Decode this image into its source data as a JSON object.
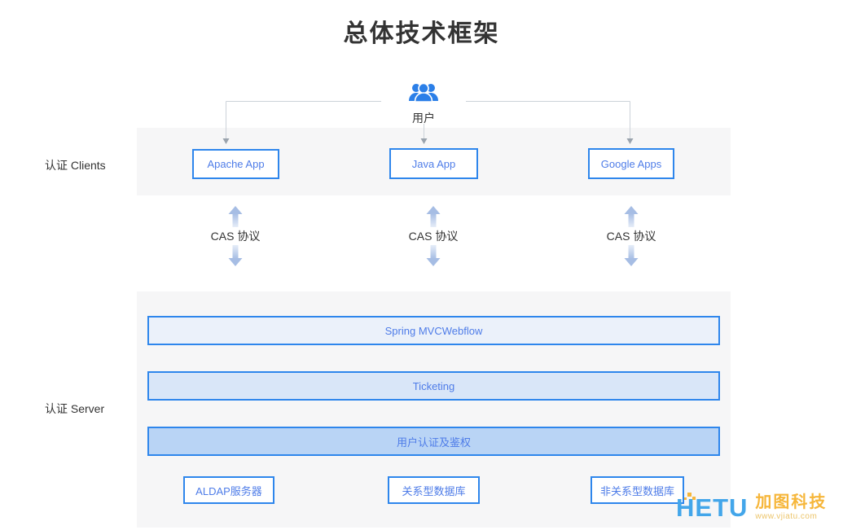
{
  "title": "总体技术框架",
  "user": {
    "icon": "users-group-icon",
    "label": "用户"
  },
  "lanes": {
    "clients_label": "认证 Clients",
    "server_label": "认证 Server"
  },
  "clients": [
    {
      "label": "Apache App"
    },
    {
      "label": "Java App"
    },
    {
      "label": "Google Apps"
    }
  ],
  "protocols": [
    {
      "label": "CAS 协议"
    },
    {
      "label": "CAS 协议"
    },
    {
      "label": "CAS 协议"
    }
  ],
  "server_layers": [
    {
      "label": "Spring MVCWebflow"
    },
    {
      "label": "Ticketing"
    },
    {
      "label": "用户认证及鉴权"
    }
  ],
  "datastores": [
    {
      "label": "ALDAP服务器"
    },
    {
      "label": "关系型数据库"
    },
    {
      "label": "非关系型数据库"
    }
  ],
  "watermark": {
    "brand": "HETU",
    "company": "加图科技",
    "website": "www.vjiatu.com"
  },
  "colors": {
    "accent_blue": "#2e86ec",
    "node_text_blue": "#4e7ce8",
    "user_icon_blue": "#2b7fe8",
    "layer_fill_light": "#ebf1fa",
    "layer_fill_mid": "#d9e6f8",
    "layer_fill_dark": "#b9d4f5",
    "band_gray": "#f6f6f7",
    "cas_arrow_blue": "#a6bde4",
    "connector_gray": "#ccd2d9",
    "logo_blue": "#43a6ea",
    "logo_yellow": "#f6b63a"
  }
}
